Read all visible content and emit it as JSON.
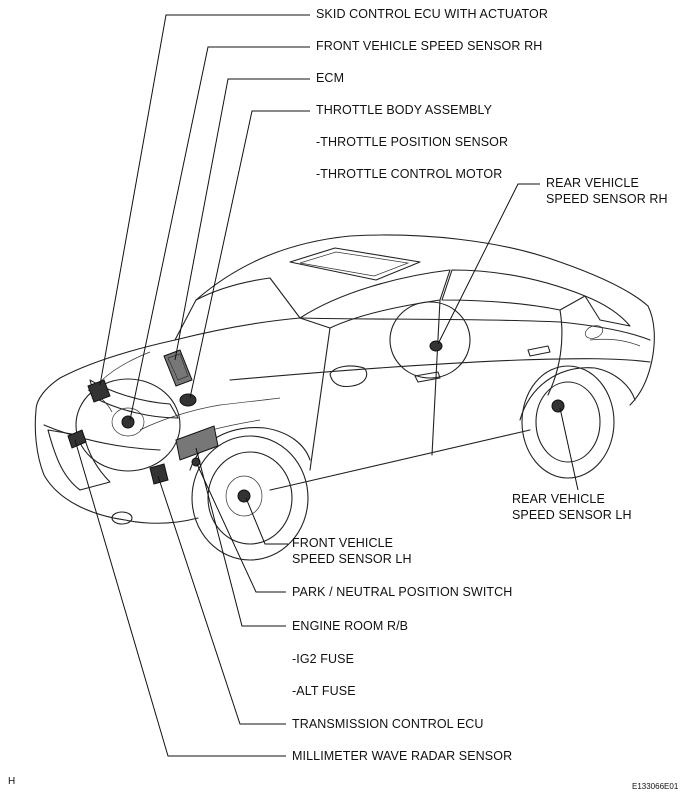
{
  "labels": {
    "skid_control_ecu": "SKID CONTROL ECU WITH ACTUATOR",
    "front_speed_sensor_rh": "FRONT VEHICLE SPEED SENSOR RH",
    "ecm": "ECM",
    "throttle_body": "THROTTLE BODY  ASSEMBLY",
    "throttle_position_sensor": "-THROTTLE POSITION SENSOR",
    "throttle_control_motor": "-THROTTLE CONTROL MOTOR",
    "rear_speed_sensor_rh_1": "REAR VEHICLE",
    "rear_speed_sensor_rh_2": "SPEED SENSOR RH",
    "rear_speed_sensor_lh_1": "REAR VEHICLE",
    "rear_speed_sensor_lh_2": "SPEED SENSOR LH",
    "front_speed_sensor_lh_1": "FRONT VEHICLE",
    "front_speed_sensor_lh_2": "SPEED SENSOR LH",
    "park_neutral_switch": "PARK / NEUTRAL POSITION SWITCH",
    "engine_room_rb": "ENGINE ROOM R/B",
    "ig2_fuse": "-IG2 FUSE",
    "alt_fuse": "-ALT FUSE",
    "transmission_ecu": "TRANSMISSION CONTROL ECU",
    "millimeter_radar": "MILLIMETER WAVE RADAR SENSOR"
  },
  "footer": {
    "corner_mark": "H",
    "figure_id": "E133066E01"
  }
}
